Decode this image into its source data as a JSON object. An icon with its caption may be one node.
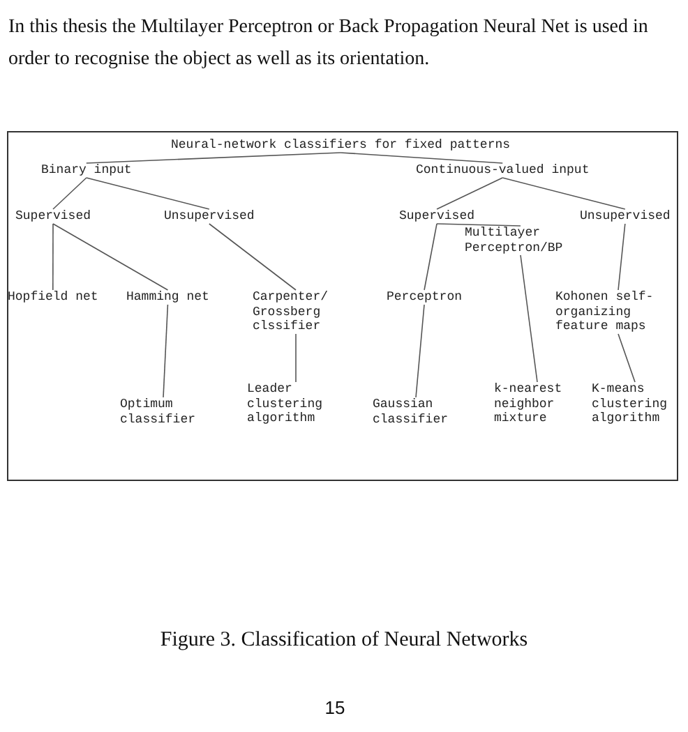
{
  "diagram": {
    "caption": "Figure 3. Classification of Neural Networks",
    "nodes": [
      {
        "text": [
          "Neural-network classifiers for fixed patterns"
        ]
      },
      {
        "text": [
          "Binary input"
        ]
      },
      {
        "text": [
          "Continuous-valued input"
        ]
      },
      {
        "text": [
          "Supervised"
        ]
      },
      {
        "text": [
          "Unsupervised"
        ]
      },
      {
        "text": [
          "Supervised"
        ]
      },
      {
        "text": [
          "Unsupervised"
        ]
      },
      {
        "text": [
          "Multilayer Perceptron/BP"
        ]
      },
      {
        "text": [
          "Hopfield net"
        ]
      },
      {
        "text": [
          "Hamming net"
        ]
      },
      {
        "text": [
          "Carpenter/ Grossberg clssifier"
        ]
      },
      {
        "text": [
          "Perceptron"
        ]
      },
      {
        "text": [
          "Kohonen self-organizing feature maps"
        ]
      },
      {
        "text": [
          "Optimum classifier"
        ]
      },
      {
        "text": [
          "Leader clustering algorithm"
        ]
      },
      {
        "text": [
          "Gaussian classifier"
        ]
      },
      {
        "text": [
          "k-nearest neighbor mixture"
        ]
      },
      {
        "text": [
          "K-means clustering algorithm"
        ]
      }
    ],
    "edges": [
      {
        "from": 0,
        "to": 1,
        "arrow": "none"
      },
      {
        "from": 0,
        "to": 2,
        "arrow": "none"
      },
      {
        "from": 1,
        "to": 3,
        "arrow": "none"
      },
      {
        "from": 1,
        "to": 4,
        "arrow": "none"
      },
      {
        "from": 2,
        "to": 5,
        "arrow": "none"
      },
      {
        "from": 2,
        "to": 6,
        "arrow": "none"
      },
      {
        "from": 3,
        "to": 8,
        "arrow": "none"
      },
      {
        "from": 3,
        "to": 9,
        "arrow": "none"
      },
      {
        "from": 4,
        "to": 10,
        "arrow": "none"
      },
      {
        "from": 9,
        "to": 13,
        "arrow": "none"
      },
      {
        "from": 10,
        "to": 14,
        "arrow": "none"
      },
      {
        "from": 5,
        "to": 11,
        "arrow": "none"
      },
      {
        "from": 5,
        "to": 7,
        "arrow": "none"
      },
      {
        "from": 11,
        "to": 15,
        "arrow": "none"
      },
      {
        "from": 7,
        "to": 16,
        "arrow": "none"
      },
      {
        "from": 6,
        "to": 12,
        "arrow": "none"
      },
      {
        "from": 12,
        "to": 17,
        "arrow": "none"
      }
    ],
    "labels": [
      "In this thesis the Multilayer Perceptron or Back Propagation Neural Net is used in order to recognise the object as well as its orientation.",
      "15"
    ]
  }
}
